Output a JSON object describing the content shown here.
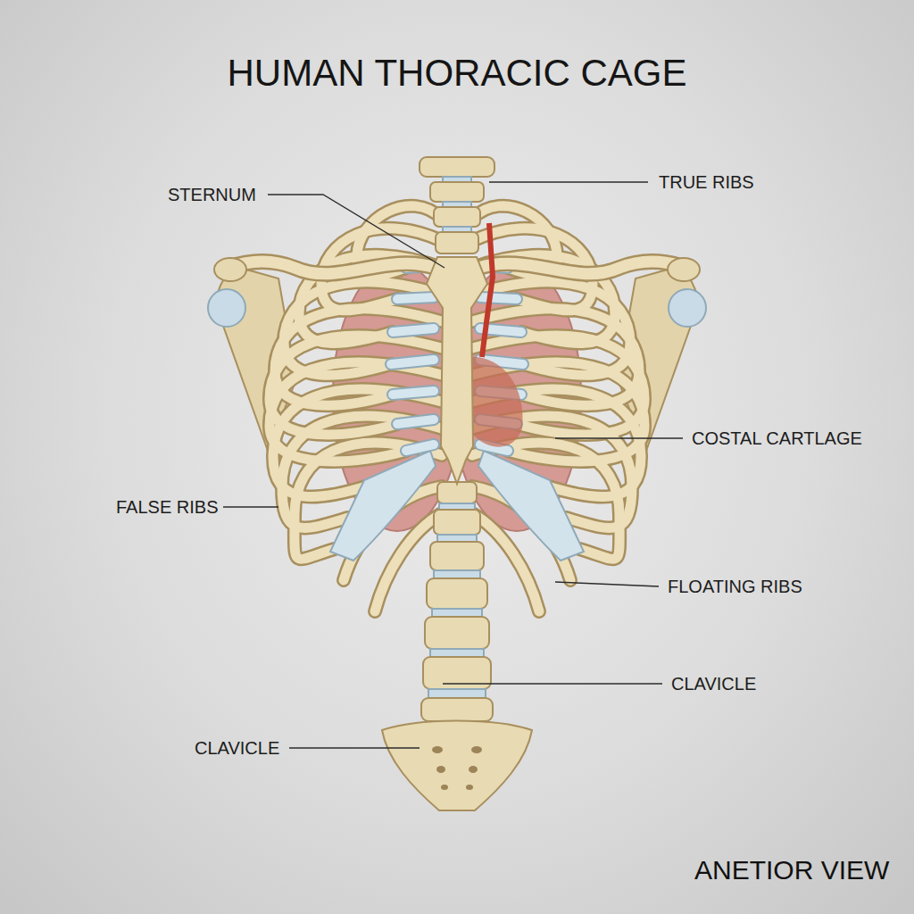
{
  "diagram": {
    "title": "HUMAN THORACIC CAGE",
    "labels": [
      "STERNUM",
      "TRUE RIBS",
      "COSTAL CARTLAGE",
      "FALSE RIBS",
      "FLOATING RIBS",
      "CLAVICLE",
      "CLAVICLE",
      "ANETIOR VIEW"
    ]
  }
}
